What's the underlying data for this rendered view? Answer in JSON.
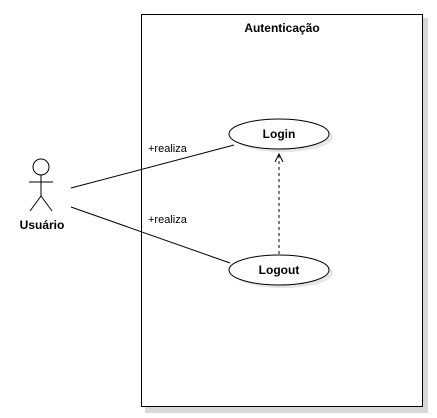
{
  "system": {
    "title": "Autenticação"
  },
  "actor": {
    "name": "Usuário"
  },
  "use_cases": {
    "login": "Login",
    "logout": "Logout"
  },
  "associations": {
    "login_label": "+realiza",
    "logout_label": "+realiza"
  }
}
